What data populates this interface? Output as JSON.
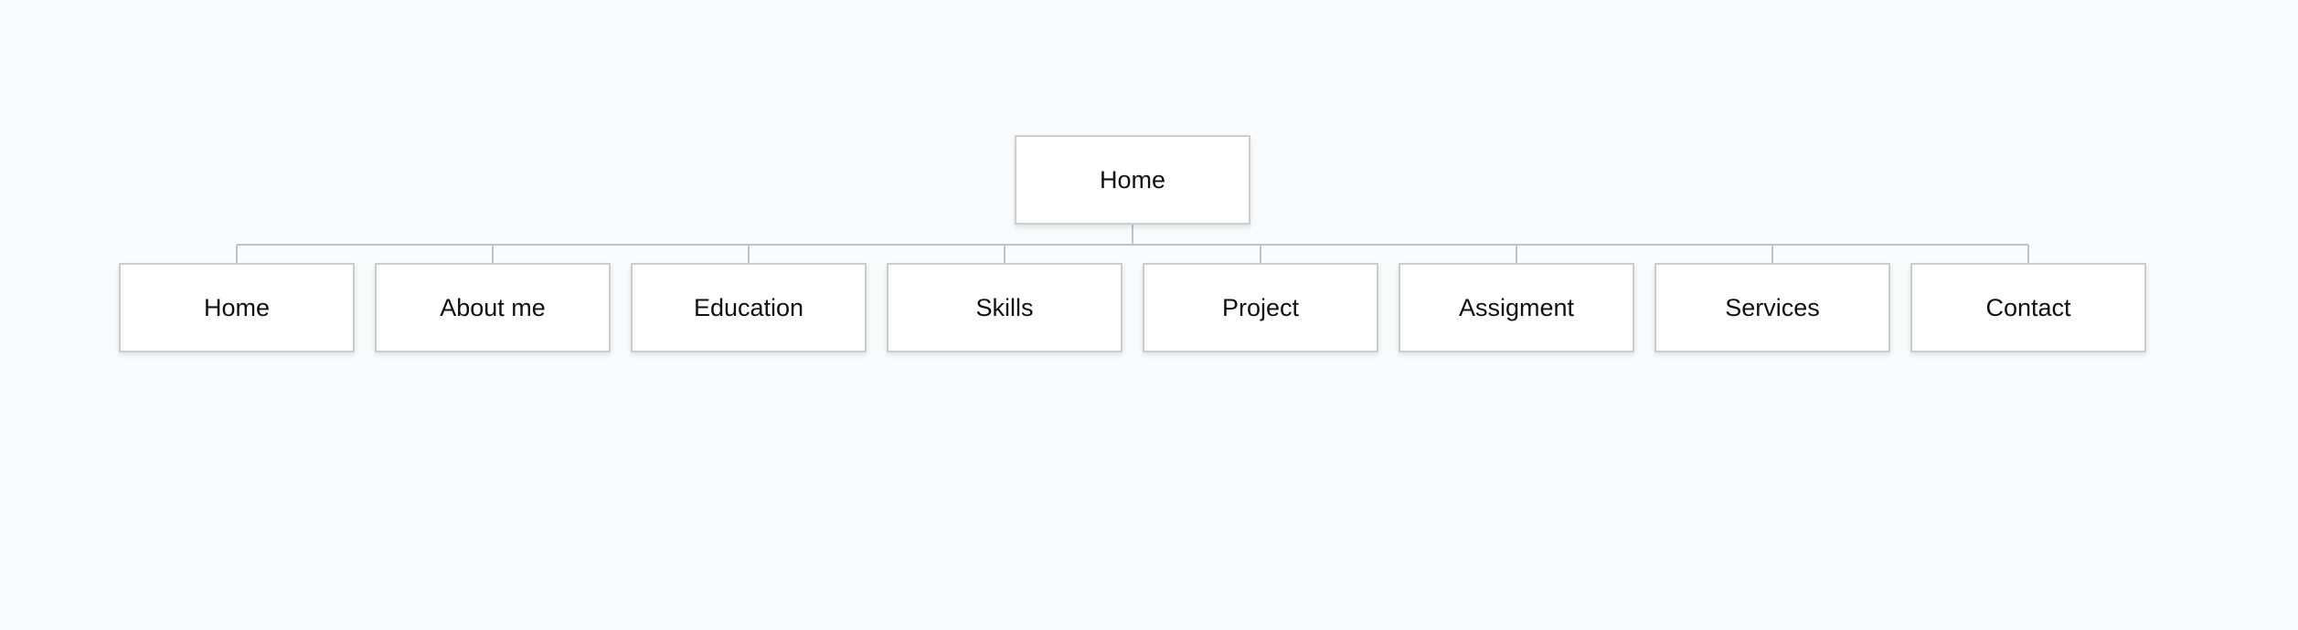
{
  "sitemap": {
    "root": {
      "label": "Home"
    },
    "children": [
      {
        "label": "Home"
      },
      {
        "label": "About me"
      },
      {
        "label": "Education"
      },
      {
        "label": "Skills"
      },
      {
        "label": "Project"
      },
      {
        "label": "Assigment"
      },
      {
        "label": "Services"
      },
      {
        "label": "Contact"
      }
    ]
  },
  "colors": {
    "background": "#f9fafb",
    "node_fill": "#ffffff",
    "node_border": "#cbcdd1",
    "connector": "#bfc2c7",
    "text": "#111111"
  }
}
